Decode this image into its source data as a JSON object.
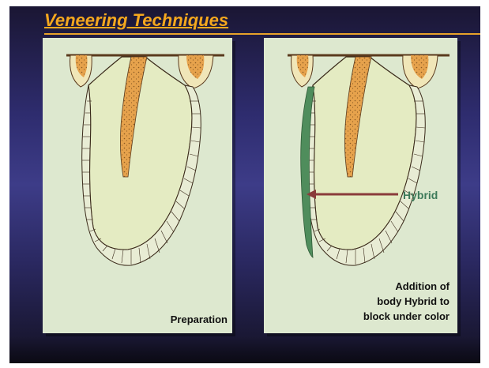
{
  "slide": {
    "title": "Veneering Techniques",
    "colors": {
      "background_top": "#1a1633",
      "background_mid": "#3d3c88",
      "title": "#f5a81e",
      "panel": "#dde8cf",
      "hybrid_layer": "#4f8d5c",
      "arrow": "#8a3b3b",
      "hybrid_label": "#3d7a5a",
      "pulp": "#e6a24c"
    }
  },
  "panels": {
    "left": {
      "caption": "Preparation"
    },
    "right": {
      "annotation": "Hybrid",
      "caption_lines": {
        "line1": "Addition of",
        "line2_pre": "body ",
        "line2_bold": "Hybrid",
        "line2_post": " to",
        "line3": "block under color"
      }
    }
  }
}
